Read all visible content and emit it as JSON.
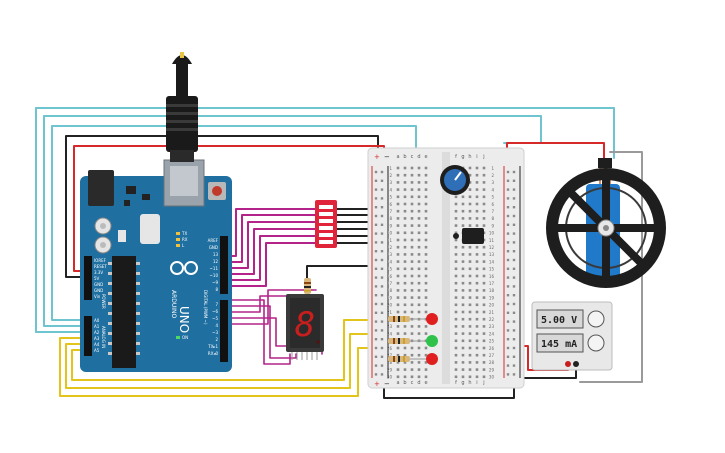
{
  "arduino": {
    "model": "UNO",
    "brand": "ARDUINO",
    "power_pins": [
      "IOREF",
      "RESET",
      "3.3V",
      "5V",
      "GND",
      "GND",
      "Vin"
    ],
    "analog_pins": [
      "A0",
      "A1",
      "A2",
      "A3",
      "A4",
      "A5"
    ],
    "section_power": "POWER",
    "section_analog": "ANALOG IN",
    "section_digital": "DIGITAL (PWM ~)",
    "digital_top": [
      "AREF",
      "GND",
      "13",
      "12",
      "~11",
      "~10",
      "~9",
      "8"
    ],
    "digital_bottom": [
      "7",
      "~6",
      "~5",
      "4",
      "~3",
      "2",
      "TX▸1",
      "RX◂0"
    ],
    "led_labels": [
      "TX",
      "RX",
      "L",
      "ON"
    ]
  },
  "breadboard": {
    "columns": [
      "a",
      "b",
      "c",
      "d",
      "e",
      "f",
      "g",
      "h",
      "i",
      "j"
    ],
    "row_numbers": [
      "1",
      "2",
      "3",
      "4",
      "5",
      "6",
      "7",
      "8",
      "9",
      "10",
      "11",
      "12",
      "13",
      "14",
      "15",
      "16",
      "17",
      "18",
      "19",
      "20",
      "21",
      "22",
      "23",
      "24",
      "25",
      "26",
      "27",
      "28",
      "29",
      "30"
    ],
    "rail_plus": "+",
    "rail_minus": "−"
  },
  "seven_segment": {
    "digit": "8"
  },
  "power_supply": {
    "voltage": "5.00 V",
    "current": "145 mA"
  },
  "colors": {
    "arduino": "#1f6fa0",
    "wire_cyan": "#6ec4cf",
    "wire_black": "#222222",
    "wire_red": "#d62a2a",
    "wire_magenta": "#b3238a",
    "wire_yellow": "#e3c41a",
    "wire_gray": "#9a9a9a",
    "led_red": "#e02020",
    "led_green": "#2ec24a",
    "dip_switch": "#e0253a",
    "servo": "#2079c9"
  }
}
